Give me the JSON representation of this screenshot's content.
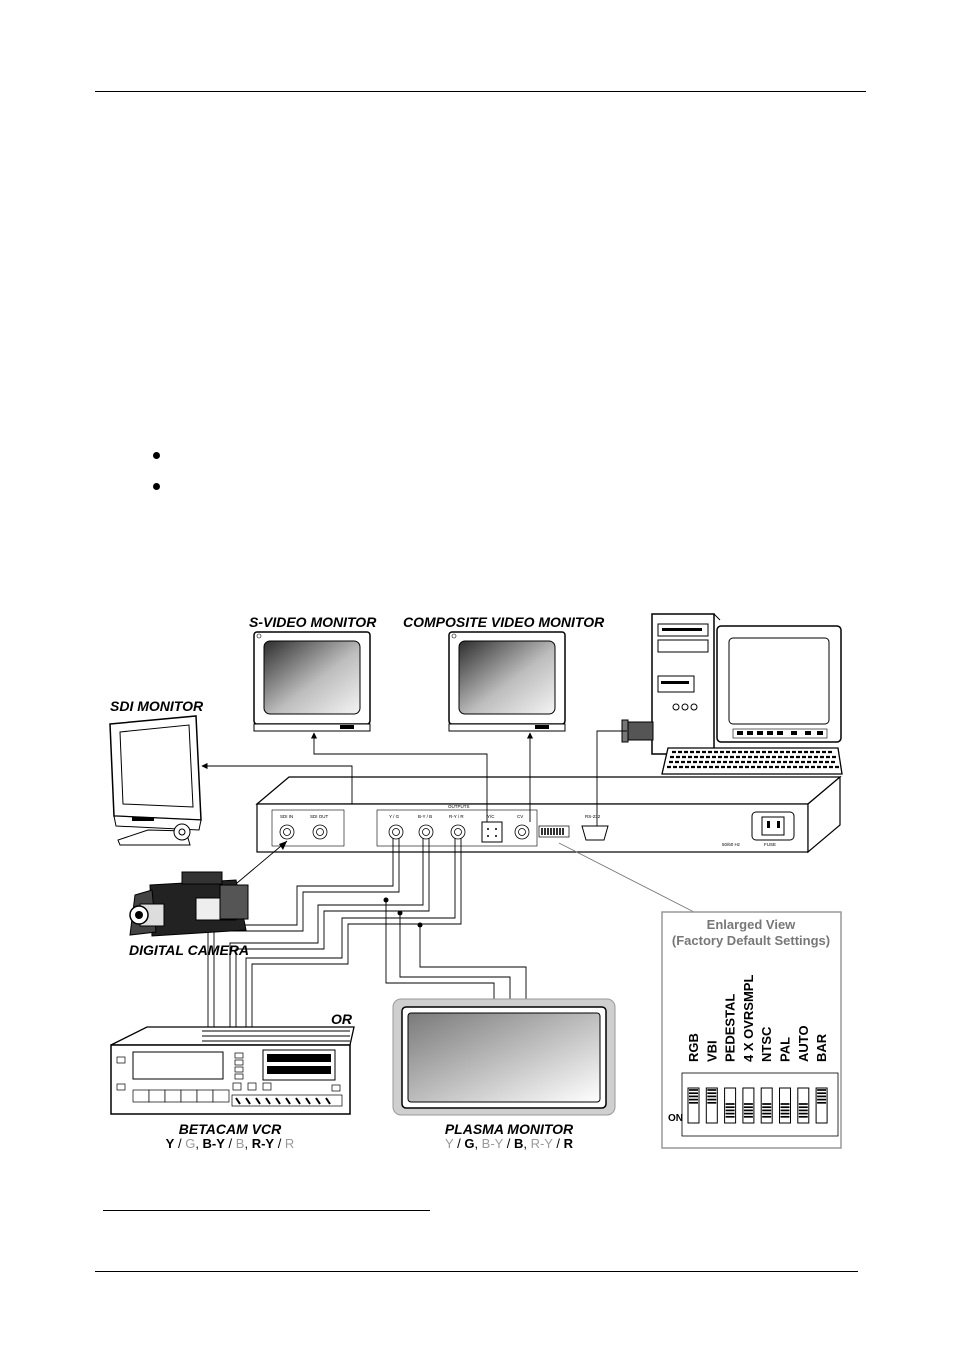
{
  "labels": {
    "svideo_monitor": "S-VIDEO MONITOR",
    "composite_monitor": "COMPOSITE VIDEO MONITOR",
    "sdi_monitor": "SDI MONITOR",
    "digital_camera": "DIGITAL CAMERA",
    "or": "OR",
    "betacam_vcr": "BETACAM VCR",
    "plasma_monitor": "PLASMA MONITOR"
  },
  "vcr_signals": [
    {
      "text": "Y",
      "tone": "dark"
    },
    {
      "text": " / ",
      "tone": "plain"
    },
    {
      "text": "G",
      "tone": "gray"
    },
    {
      "text": ", ",
      "tone": "plain"
    },
    {
      "text": "B-Y",
      "tone": "dark"
    },
    {
      "text": " / ",
      "tone": "plain"
    },
    {
      "text": "B",
      "tone": "gray"
    },
    {
      "text": ", ",
      "tone": "plain"
    },
    {
      "text": "R-Y",
      "tone": "dark"
    },
    {
      "text": " / ",
      "tone": "plain"
    },
    {
      "text": "R",
      "tone": "gray"
    }
  ],
  "plasma_signals": [
    {
      "text": "Y",
      "tone": "gray"
    },
    {
      "text": " / ",
      "tone": "plain"
    },
    {
      "text": "G",
      "tone": "dark"
    },
    {
      "text": ", ",
      "tone": "plain"
    },
    {
      "text": "B-Y",
      "tone": "gray"
    },
    {
      "text": " / ",
      "tone": "plain"
    },
    {
      "text": "B",
      "tone": "dark"
    },
    {
      "text": ", ",
      "tone": "plain"
    },
    {
      "text": "R-Y",
      "tone": "gray"
    },
    {
      "text": " / ",
      "tone": "plain"
    },
    {
      "text": "R",
      "tone": "dark"
    }
  ],
  "device_panel": {
    "sdi_in": "SDI IN",
    "sdi_out": "SDI OUT",
    "outputs": "OUTPUTS",
    "y_g": "Y / G",
    "by_b": "B-Y / B",
    "ry_r": "R-Y / R",
    "yc": "Y/C",
    "cv": "CV",
    "rs232": "RS-232",
    "hz": "50/60 Hz",
    "fuse": "FUSE"
  },
  "enlarged_view": {
    "title_line1": "Enlarged View",
    "title_line2": "(Factory Default Settings)",
    "switches": [
      "RGB",
      "VBI",
      "PEDESTAL",
      "4 X OVRSMPL",
      "NTSC",
      "PAL",
      "AUTO",
      "BAR"
    ],
    "switch_states_on": [
      false,
      false,
      true,
      true,
      true,
      true,
      true,
      false
    ],
    "on_label": "ON"
  },
  "colors": {
    "gray_text": "#9a9a9a",
    "screen_gradient_dark": "#3a3a3a",
    "screen_gradient_light": "#f2f2f2"
  }
}
